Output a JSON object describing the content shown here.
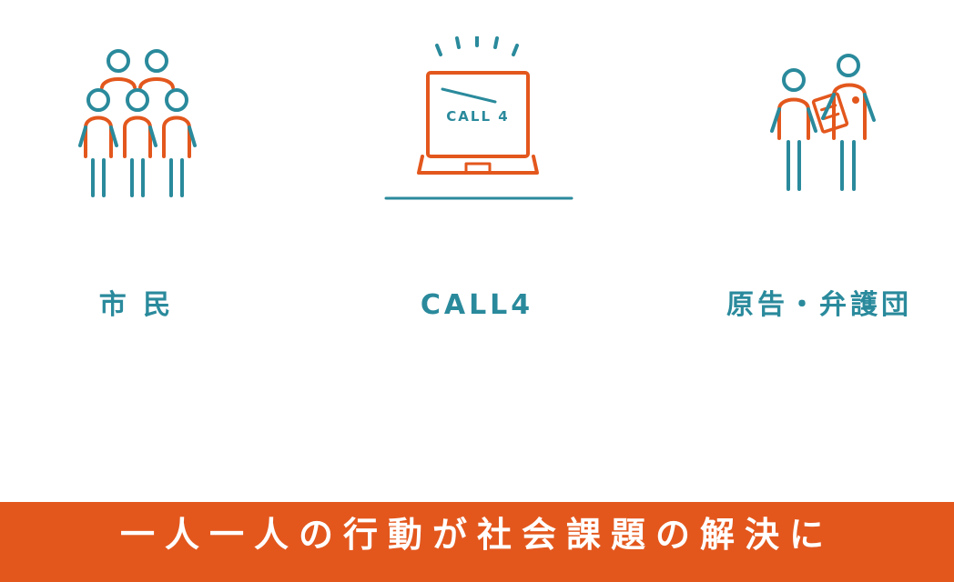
{
  "colors": {
    "teal": "#2a8a9c",
    "orange": "#e3571d",
    "background": "#ffffff",
    "banner_text": "#ffffff"
  },
  "columns": {
    "citizens": {
      "label": "市 民",
      "icon": "crowd-of-people-icon"
    },
    "call4": {
      "label": "CALL4",
      "icon": "laptop-icon",
      "screen_text": "CALL 4"
    },
    "plaintiffs": {
      "label": "原告・弁護団",
      "icon": "lawyer-with-document-icon"
    }
  },
  "banner": {
    "text": "一人一人の行動が社会課題の解決に"
  }
}
